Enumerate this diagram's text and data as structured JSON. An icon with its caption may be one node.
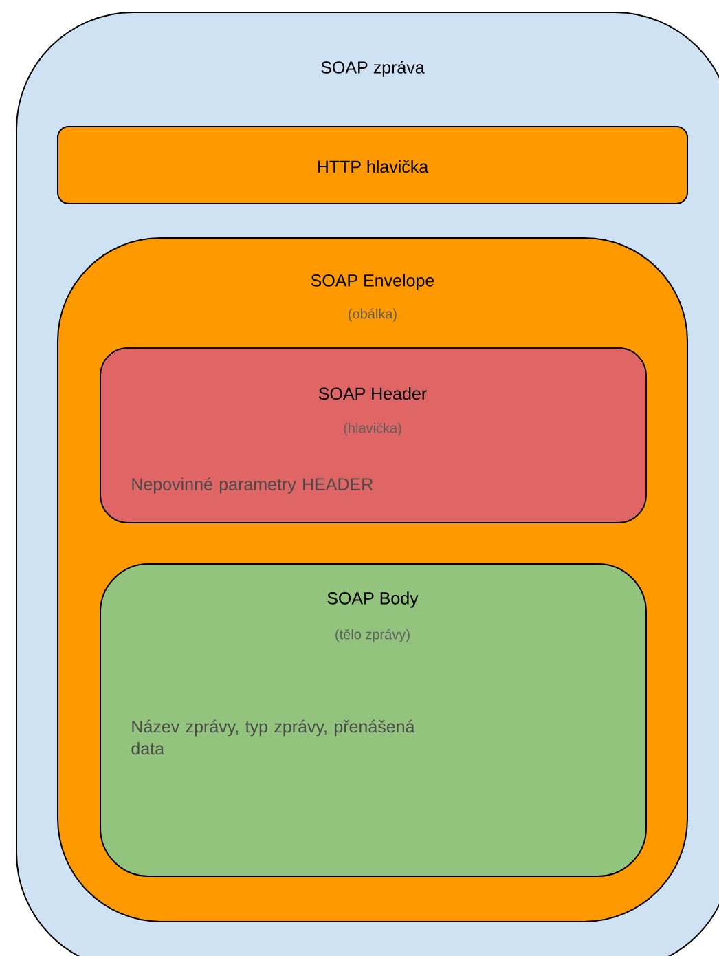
{
  "diagram": {
    "nodes": [
      {
        "text": [
          "SOAP zpráva"
        ]
      },
      {
        "text": [
          "HTTP hlavička"
        ],
        "in": 0
      },
      {
        "text": [
          "SOAP Envelope",
          "(obálka)"
        ],
        "in": 0
      },
      {
        "text": [
          "SOAP Header",
          "(hlavička)",
          "Nepovinné parametry HEADER"
        ],
        "in": 2
      },
      {
        "text": [
          "SOAP Body",
          "(tělo zprávy)",
          "Název zprávy, typ zprávy, přenášená data"
        ],
        "in": 2
      }
    ]
  }
}
